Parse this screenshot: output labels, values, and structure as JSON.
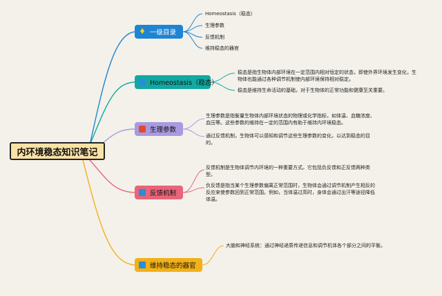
{
  "root": "内环境稳态知识笔记",
  "branches": [
    {
      "label": "一级目录",
      "color": "#1f84d2",
      "icon": "diamond-icon",
      "items": [
        "Homeostasis（稳态）",
        "生理参数",
        "反馈机制",
        "维持稳态的器官"
      ]
    },
    {
      "label": "Homeostasis（稳态）",
      "color": "#11a9a2",
      "icon": "square-icon",
      "items": [
        "稳态是指生物体内部环境在一定范围内相对恒定的状态，即使外界环境发生变化，生物体也能通过各种调节机制使内部环境保持相对稳定。",
        "稳态是维持生命活动的基础，对于生物体的正常功能和健康至关重要。"
      ]
    },
    {
      "label": "生理参数",
      "color": "#a99ae0",
      "icon": "red-square-icon",
      "items": [
        "生理参数是指衡量生物体内部环境状态的物理或化学指标，如体温、血糖浓度、血压等。这些参数的维持在一定的范围内有助于维持内环境稳态。",
        "通过反馈机制，生物体可以感知和调节这些生理参数的变化，以达到稳态的目的。"
      ]
    },
    {
      "label": "反馈机制",
      "color": "#e8647a",
      "icon": "square-icon",
      "items": [
        "反馈机制是生物体调节内环境的一种重要方式。它包括负反馈和正反馈两种类型。",
        "负反馈是指当某个生理参数偏离正常范围时，生物体会通过调节机制产生相反的反应来使参数回到正常范围。例如，当体温过高时，身体会通过出汗等途径降低体温。"
      ]
    },
    {
      "label": "维持稳态的器官",
      "color": "#f2b019",
      "icon": "square-icon",
      "items": [
        "大脑和神经系统：通过神经递质传递信息和调节机体各个部分之间的平衡。"
      ]
    }
  ]
}
